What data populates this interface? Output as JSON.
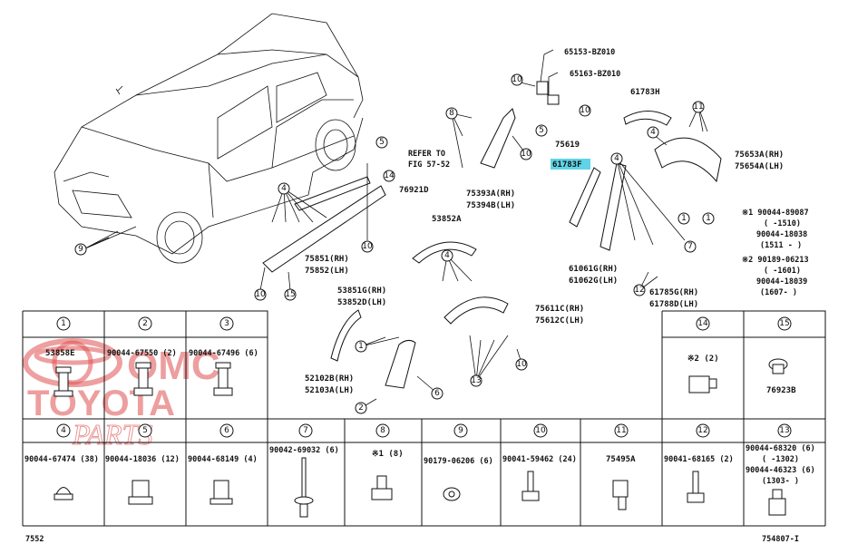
{
  "watermark": {
    "line1": "OMC",
    "line2": "TOYOTA",
    "line3": "PARTS"
  },
  "ref_note": {
    "line1": "REFER TO",
    "line2": "FIG 57-52"
  },
  "part_labels": [
    {
      "id": "p65153",
      "text": "65153-BZ010"
    },
    {
      "id": "p65163",
      "text": "65163-BZ010"
    },
    {
      "id": "p61783H",
      "text": "61783H"
    },
    {
      "id": "p75619",
      "text": "75619"
    },
    {
      "id": "p61783F",
      "text": "61783F"
    },
    {
      "id": "p75653A",
      "text": "75653A(RH)"
    },
    {
      "id": "p75654A",
      "text": "75654A(LH)"
    },
    {
      "id": "p76921D",
      "text": "76921D"
    },
    {
      "id": "p75393A",
      "text": "75393A(RH)"
    },
    {
      "id": "p75394B",
      "text": "75394B(LH)"
    },
    {
      "id": "p53852A",
      "text": "53852A"
    },
    {
      "id": "p75851",
      "text": "75851(RH)"
    },
    {
      "id": "p75852",
      "text": "75852(LH)"
    },
    {
      "id": "p53851G",
      "text": "53851G(RH)"
    },
    {
      "id": "p53852D",
      "text": "53852D(LH)"
    },
    {
      "id": "p61061G",
      "text": "61061G(RH)"
    },
    {
      "id": "p61062G",
      "text": "61062G(LH)"
    },
    {
      "id": "p75611C",
      "text": "75611C(RH)"
    },
    {
      "id": "p75612C",
      "text": "75612C(LH)"
    },
    {
      "id": "p61785G",
      "text": "61785G(RH)"
    },
    {
      "id": "p61788D",
      "text": "61788D(LH)"
    },
    {
      "id": "p52102B",
      "text": "52102B(RH)"
    },
    {
      "id": "p52103A",
      "text": "52103A(LH)"
    }
  ],
  "notes": {
    "n1a": "※1 90044-89087",
    "n1b": "(      -1510)",
    "n1c": "90044-18038",
    "n1d": "(1511      -      )",
    "n2a": "※2 90189-06213",
    "n2b": "(      -1601)",
    "n2c": "90044-18039",
    "n2d": "(1607-      )"
  },
  "fastener_table": {
    "row1": [
      {
        "num": "1",
        "part": "53858E"
      },
      {
        "num": "2",
        "part": "90044-67550 (2)"
      },
      {
        "num": "3",
        "part": "90044-67496 (6)"
      }
    ],
    "row1_right": [
      {
        "num": "14",
        "part": "※2 (2)"
      },
      {
        "num": "15",
        "part": "76923B"
      }
    ],
    "row2": [
      {
        "num": "4",
        "part": "90044-67474 (38)"
      },
      {
        "num": "5",
        "part": "90044-18036 (12)"
      },
      {
        "num": "6",
        "part": "90044-68149 (4)"
      },
      {
        "num": "7",
        "part": "90042-69032 (6)"
      },
      {
        "num": "8",
        "part": "※1 (8)"
      },
      {
        "num": "9",
        "part": "90179-06206 (6)"
      },
      {
        "num": "10",
        "part": "90041-59462 (24)"
      },
      {
        "num": "11",
        "part": "75495A"
      },
      {
        "num": "12",
        "part": "90041-68165 (2)"
      },
      {
        "num": "13",
        "part": "90044-68320 (6)"
      }
    ],
    "row2_extra": {
      "a": "(      -1302)",
      "b": "90044-46323 (6)",
      "c": "(1303-      )"
    }
  },
  "footer": {
    "left": "7552",
    "right": "754807-I"
  }
}
